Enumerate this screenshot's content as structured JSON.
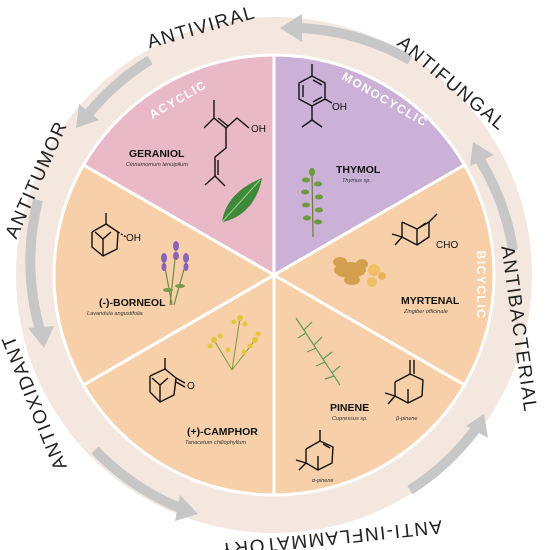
{
  "ring_labels": {
    "antiviral": "ANTIVIRAL",
    "antifungal": "ANTIFUNGAL",
    "antibacterial": "ANTIBACTERIAL",
    "anti_inflammatory": "ANTI-INFLAMMATORY",
    "antioxidant": "ANTIOXIDANT",
    "antitumor": "ANTITUMOR"
  },
  "categories": {
    "acyclic": "ACYCLIC",
    "monocyclic": "MONOCYCLIC",
    "bicyclic": "BICYCLIC"
  },
  "compounds": [
    {
      "id": "geraniol",
      "name": "GERANIOL",
      "source": "Cinnamomum tenuipilum",
      "group": "acyclic"
    },
    {
      "id": "thymol",
      "name": "THYMOL",
      "source": "Thymus sp.",
      "group": "monocyclic"
    },
    {
      "id": "myrtenal",
      "name": "MYRTENAL",
      "source": "Zingiber officinale",
      "group": "bicyclic"
    },
    {
      "id": "pinene",
      "name": "PINENE",
      "source": "Cupressus sp.",
      "group": "bicyclic"
    },
    {
      "id": "camphor",
      "name": "(+)-CAMPHOR",
      "source": "Tanacetum chiliophyllum",
      "group": "bicyclic"
    },
    {
      "id": "borneol",
      "name": "(-)-BORNEOL",
      "source": "Lavandula angustifolia",
      "group": "bicyclic"
    }
  ],
  "atoms": {
    "oh": "OH",
    "cho": "CHO",
    "o": "O",
    "beta_pinene": "β-pinene",
    "alpha_pinene": "α-pinene"
  },
  "colors": {
    "acyclic": "#e9b9c8",
    "monocyclic": "#cbb0d8",
    "bicyclic": "#f7d0a9",
    "ring": "#f3e7df",
    "arrow": "#c7c7c7",
    "category_text": "#ffffff"
  },
  "icons": {
    "geraniol": "bay-leaf-icon",
    "thymol": "thyme-sprig-icon",
    "myrtenal": "ginger-root-icon",
    "pinene": "cypress-sprig-icon",
    "camphor": "tansy-flowers-icon",
    "borneol": "lavender-icon"
  }
}
